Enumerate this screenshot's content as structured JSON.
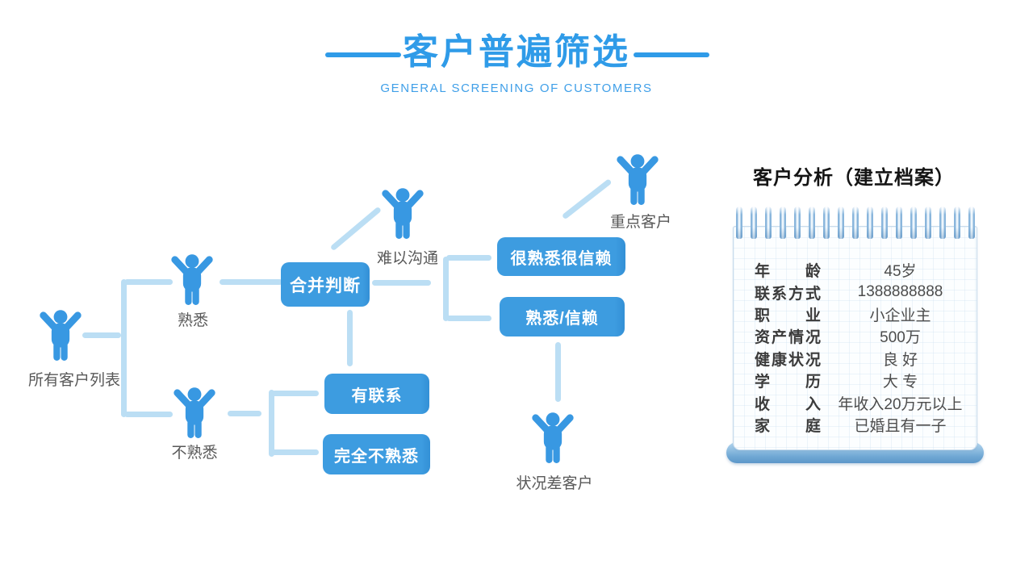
{
  "title": {
    "main": "客户普遍筛选",
    "subtitle": "GENERAL SCREENING OF CUSTOMERS"
  },
  "colors": {
    "title_blue": "#2F9BE8",
    "node_blue": "#3D9CE0",
    "person_blue": "#3898E2",
    "connector_blue": "#BBDEF4",
    "label_gray": "#595959"
  },
  "flowchart": {
    "persons": [
      {
        "id": "all-customers",
        "label": "所有客户列表"
      },
      {
        "id": "familiar",
        "label": "熟悉"
      },
      {
        "id": "unfamiliar",
        "label": "不熟悉"
      },
      {
        "id": "difficult-to-communicate",
        "label": "难以沟通"
      },
      {
        "id": "key-customer",
        "label": "重点客户"
      },
      {
        "id": "bad-condition-customer",
        "label": "状况差客户"
      }
    ],
    "boxes": [
      {
        "id": "merge-judgement",
        "label": "合并判断"
      },
      {
        "id": "very-familiar-trusted",
        "label": "很熟悉很信赖"
      },
      {
        "id": "familiar-trusted",
        "label": "熟悉/信赖"
      },
      {
        "id": "has-contact",
        "label": "有联系"
      },
      {
        "id": "totally-unfamiliar",
        "label": "完全不熟悉"
      }
    ]
  },
  "profile": {
    "title": "客户分析（建立档案）",
    "rows": [
      {
        "label": "年龄",
        "value": "45岁"
      },
      {
        "label": "联系方式",
        "value": "1388888888"
      },
      {
        "label": "职业",
        "value": "小企业主"
      },
      {
        "label": "资产情况",
        "value": "500万"
      },
      {
        "label": "健康状况",
        "value": "良 好"
      },
      {
        "label": "学历",
        "value": "大 专"
      },
      {
        "label": "收入",
        "value": "年收入20万元以上"
      },
      {
        "label": "家庭",
        "value": "已婚且有一子"
      }
    ]
  }
}
